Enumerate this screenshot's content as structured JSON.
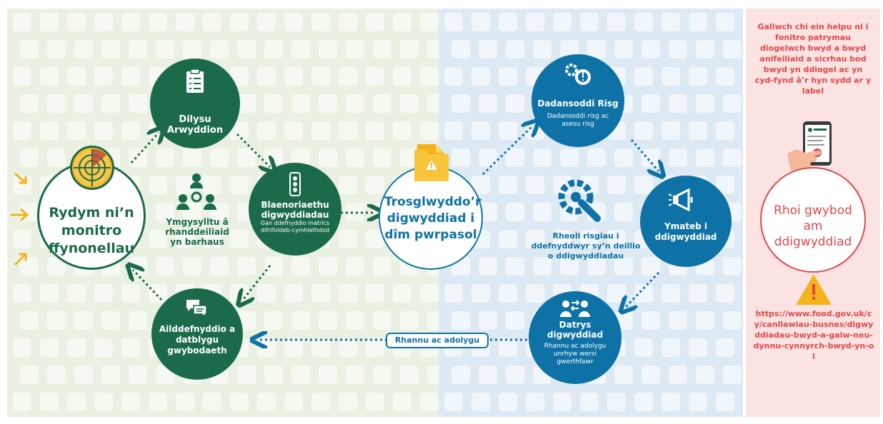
{
  "colors": {
    "green": "#1b6b4a",
    "blue": "#0e72a6",
    "red": "#e2474b",
    "gold": "#f4b31a"
  },
  "monitor": {
    "text": "Rydym ni’n monitro ffynonellau"
  },
  "verify": {
    "title": "Dilysu Arwyddion"
  },
  "engage": {
    "title": "Ymgysylltu â rhanddeiliaid yn barhaus"
  },
  "prioritise": {
    "title": "Blaenoriaethu digwyddiadau",
    "desc": "Gan ddefnyddio matrics difrifoldeb-cymhlethdod"
  },
  "redevelop": {
    "title": "Ailddefnyddio a datblygu gwybodaeth"
  },
  "transfer": {
    "text": "Trosglwyddo’r digwyddiad i dîm pwrpasol"
  },
  "risk_analysis": {
    "title": "Dadansoddi Risg",
    "desc": "Dadansoddi risg ac asesu risg"
  },
  "manage": {
    "text": "Rheoli risgiau i ddefnyddwyr sy’n deillio o ddigwyddiadau"
  },
  "respond": {
    "title": "Ymateb i ddigwyddiad"
  },
  "resolve": {
    "title": "Datrys digwyddiad",
    "desc": "Rhannu ac adolygu unrhyw wersi gwerthfawr"
  },
  "share_label": "Rhannu ac adolygu",
  "side": {
    "intro": "Gallwch chi ein helpu ni i fonitro patrymau diogelwch bwyd a bwyd anifeiliaid a sicrhau bod bwyd yn ddiogel ac yn cyd-fynd â’r hyn sydd ar y label",
    "report": "Rhoi gwybod am ddigwyddiad",
    "url": "https://www.food.gov.uk/cy/canllawiau-busnes/digwyddiadau-bwyd-a-galw-neu-dynnu-cynnyrch-bwyd-yn-ol"
  }
}
